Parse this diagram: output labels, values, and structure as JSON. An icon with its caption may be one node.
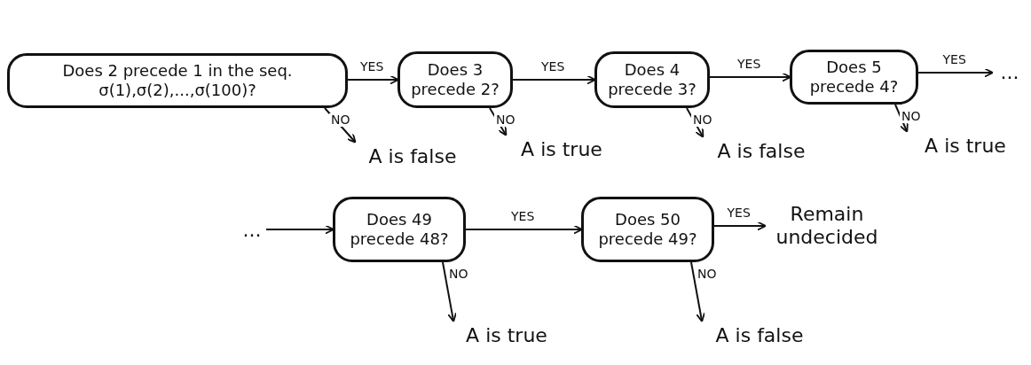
{
  "diagram": {
    "nodes": [
      {
        "text": [
          "Does 2 precede 1 in the seq. σ(1),σ(2),...,σ(100)?"
        ]
      },
      {
        "text": [
          "Does 3 precede 2?"
        ]
      },
      {
        "text": [
          "Does 4 precede 3?"
        ]
      },
      {
        "text": [
          "Does 5 precede 4?"
        ]
      },
      {
        "text": [
          "..."
        ]
      },
      {
        "text": [
          "A is false"
        ]
      },
      {
        "text": [
          "A is true"
        ]
      },
      {
        "text": [
          "A is false"
        ]
      },
      {
        "text": [
          "A is true"
        ]
      },
      {
        "text": [
          "..."
        ]
      },
      {
        "text": [
          "Does 49 precede 48?"
        ]
      },
      {
        "text": [
          "Does 50 precede 49?"
        ]
      },
      {
        "text": [
          "Remain undecided"
        ]
      },
      {
        "text": [
          "A is true"
        ]
      },
      {
        "text": [
          "A is false"
        ]
      }
    ],
    "edges": [
      {
        "from": 0,
        "to": 1,
        "arrow": "to",
        "label": "YES"
      },
      {
        "from": 1,
        "to": 2,
        "arrow": "to",
        "label": "YES"
      },
      {
        "from": 2,
        "to": 3,
        "arrow": "to",
        "label": "YES"
      },
      {
        "from": 3,
        "to": 4,
        "arrow": "to",
        "label": "YES"
      },
      {
        "from": 0,
        "to": 5,
        "arrow": "to",
        "label": "NO"
      },
      {
        "from": 1,
        "to": 6,
        "arrow": "to",
        "label": "NO"
      },
      {
        "from": 2,
        "to": 7,
        "arrow": "to",
        "label": "NO"
      },
      {
        "from": 3,
        "to": 8,
        "arrow": "to",
        "label": "NO"
      },
      {
        "from": 9,
        "to": 10,
        "arrow": "to"
      },
      {
        "from": 10,
        "to": 11,
        "arrow": "to",
        "label": "YES"
      },
      {
        "from": 11,
        "to": 12,
        "arrow": "to",
        "label": "YES"
      },
      {
        "from": 10,
        "to": 13,
        "arrow": "to",
        "label": "NO"
      },
      {
        "from": 11,
        "to": 14,
        "arrow": "to",
        "label": "NO"
      }
    ]
  }
}
